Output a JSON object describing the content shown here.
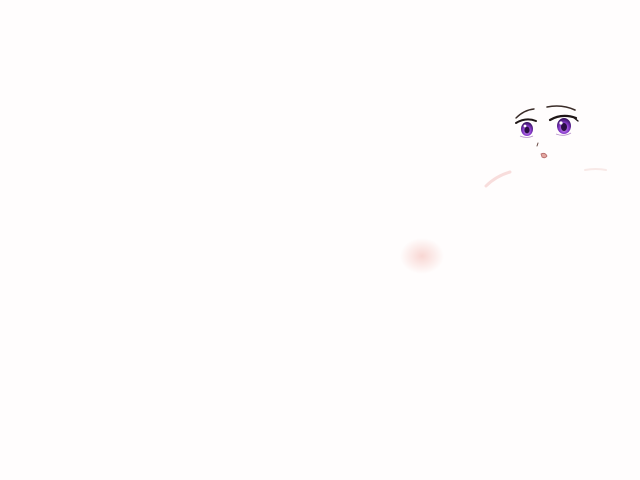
{
  "palette": {
    "background": "#fffdfd",
    "eye_iris": "#7a2fbf",
    "eye_iris_light": "#c07be8",
    "eye_pupil": "#2a0e44",
    "eye_line": "#1e1616",
    "brow": "#3a2c28",
    "mouth": "#b56a6a",
    "blush": "#f6c9c4",
    "skin_shadow": "#f5d6d2"
  },
  "illustration": {
    "subject": "faint-anime-face-sketch",
    "features": [
      "left-eye",
      "right-eye",
      "left-brow",
      "right-brow",
      "nose",
      "mouth",
      "cheek-blush",
      "shoulder-shadow"
    ]
  }
}
